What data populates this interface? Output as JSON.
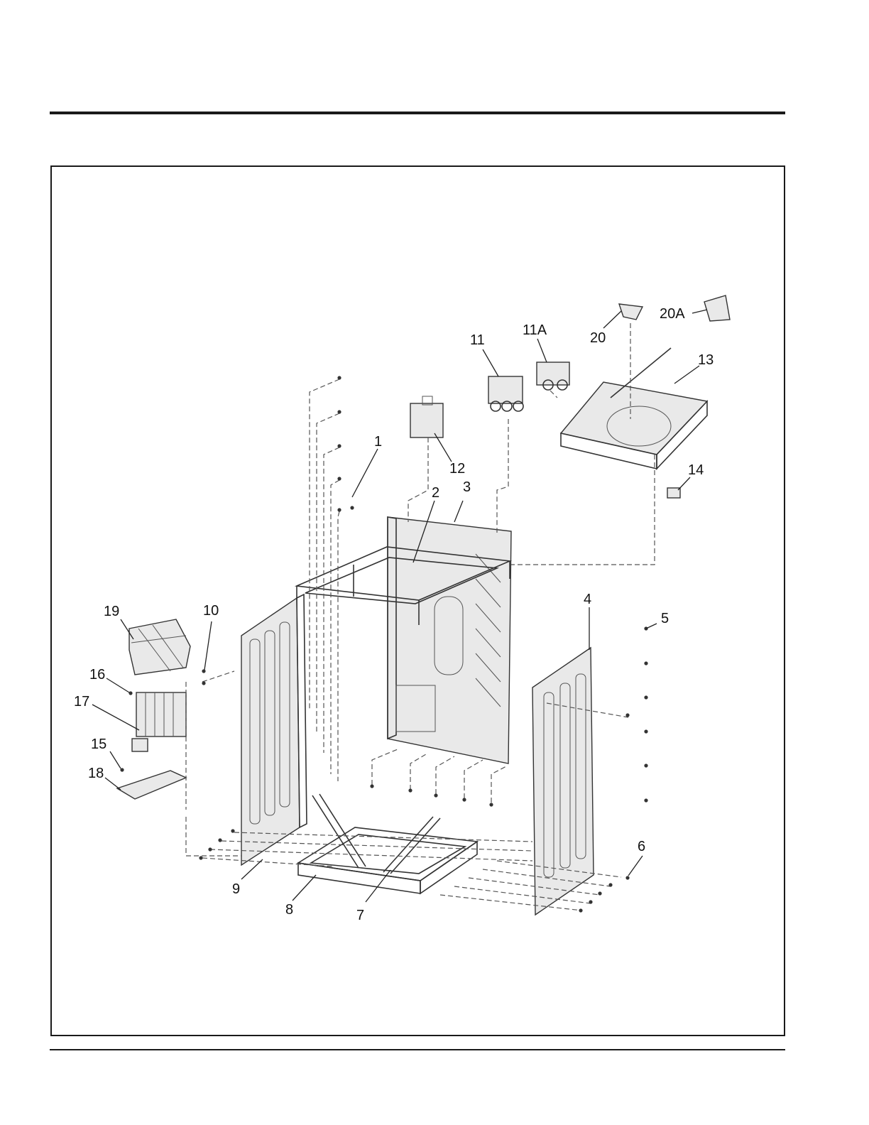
{
  "diagram": {
    "callouts": [
      {
        "id": "c1",
        "text": "1"
      },
      {
        "id": "c2",
        "text": "2"
      },
      {
        "id": "c3",
        "text": "3"
      },
      {
        "id": "c4",
        "text": "4"
      },
      {
        "id": "c5",
        "text": "5"
      },
      {
        "id": "c6",
        "text": "6"
      },
      {
        "id": "c7",
        "text": "7"
      },
      {
        "id": "c8",
        "text": "8"
      },
      {
        "id": "c9",
        "text": "9"
      },
      {
        "id": "c10",
        "text": "10"
      },
      {
        "id": "c11",
        "text": "11"
      },
      {
        "id": "c11A",
        "text": "11A"
      },
      {
        "id": "c12",
        "text": "12"
      },
      {
        "id": "c13",
        "text": "13"
      },
      {
        "id": "c14",
        "text": "14"
      },
      {
        "id": "c15",
        "text": "15"
      },
      {
        "id": "c16",
        "text": "16"
      },
      {
        "id": "c17",
        "text": "17"
      },
      {
        "id": "c18",
        "text": "18"
      },
      {
        "id": "c19",
        "text": "19"
      },
      {
        "id": "c20",
        "text": "20"
      },
      {
        "id": "c20A",
        "text": "20A"
      }
    ]
  }
}
